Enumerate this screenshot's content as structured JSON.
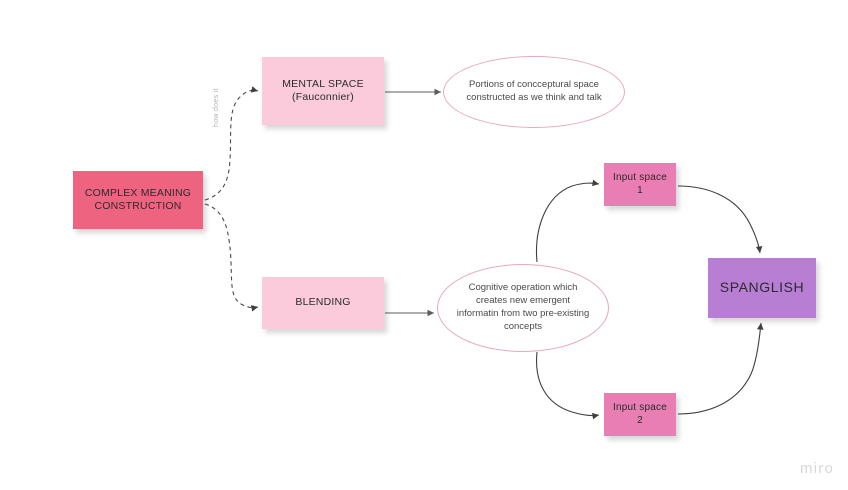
{
  "board": {
    "background_color": "#ffffff",
    "watermark": "miro",
    "branch_label": "how does it"
  },
  "palette": {
    "red_pink": "#ee6480",
    "light_pink": "#fbcbdc",
    "magenta_pink": "#e87eb4",
    "purple": "#b87ed4",
    "ellipse_stroke": "#e7a8bf",
    "arrow_gray": "#5c5c5c",
    "dashed_arrow": "#4a4a4a"
  },
  "nodes": {
    "complex_meaning": {
      "label": "COMPLEX MEANING\nCONSTRUCTION",
      "color": "#ee6480"
    },
    "mental_space": {
      "label": "MENTAL SPACE\n(Fauconnier)",
      "color": "#fbcbdc"
    },
    "blending": {
      "label": "BLENDING",
      "color": "#fbcbdc"
    },
    "mental_space_definition": {
      "label": "Portions of concceptural space constructed as we think and talk"
    },
    "blending_definition": {
      "label": "Cognitive operation which creates new emergent informatin from two pre-existing concepts"
    },
    "input_space_1": {
      "label": "Input space\n1",
      "color": "#e87eb4"
    },
    "input_space_2": {
      "label": "Input space\n2",
      "color": "#e87eb4"
    },
    "spanglish": {
      "label": "SPANGLISH",
      "color": "#b87ed4"
    }
  },
  "edges": [
    {
      "name": "complex-meaning-to-mental-space",
      "style": "dashed",
      "from": "complex_meaning",
      "to": "mental_space"
    },
    {
      "name": "complex-meaning-to-blending",
      "style": "dashed",
      "from": "complex_meaning",
      "to": "blending"
    },
    {
      "name": "mental-space-to-definition",
      "style": "solid",
      "from": "mental_space",
      "to": "mental_space_definition"
    },
    {
      "name": "blending-to-definition",
      "style": "solid",
      "from": "blending",
      "to": "blending_definition"
    },
    {
      "name": "blending-definition-to-input-space-1",
      "style": "curved",
      "from": "blending_definition",
      "to": "input_space_1"
    },
    {
      "name": "blending-definition-to-input-space-2",
      "style": "curved",
      "from": "blending_definition",
      "to": "input_space_2"
    },
    {
      "name": "input-space-1-to-spanglish",
      "style": "curved",
      "from": "input_space_1",
      "to": "spanglish"
    },
    {
      "name": "input-space-2-to-spanglish",
      "style": "curved",
      "from": "input_space_2",
      "to": "spanglish"
    }
  ]
}
